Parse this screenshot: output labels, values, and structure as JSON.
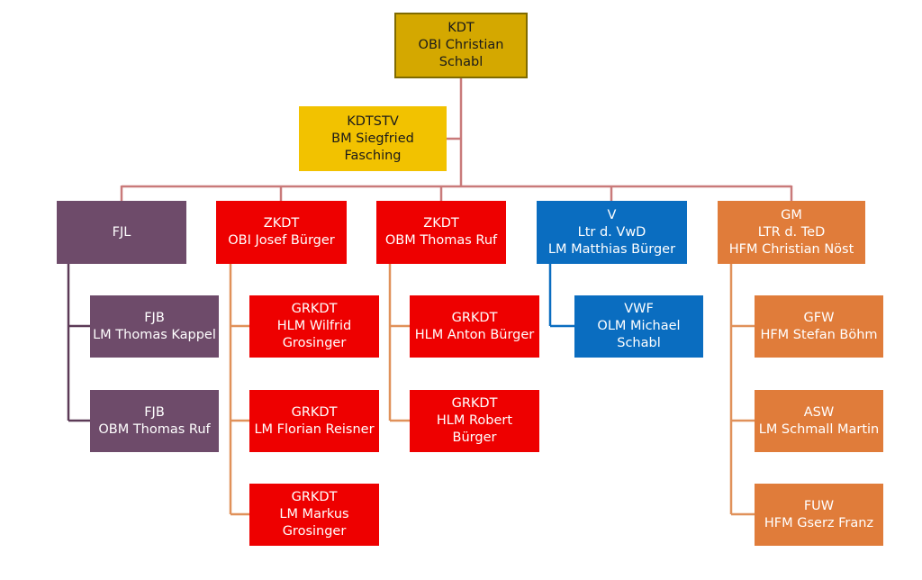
{
  "colors": {
    "kdt": "#d4a800",
    "kdtstv": "#f2c200",
    "fjl": "#6e4b6a",
    "zkdt": "#ee0000",
    "v": "#0a6dc0",
    "gm": "#e07c3a",
    "line_main": "#c97a7a",
    "line_fjl": "#5c3a57",
    "line_orange": "#e0915a",
    "line_blue": "#0a6dc0"
  },
  "kdt": {
    "lines": [
      "KDT",
      "OBI Christian",
      "Schabl"
    ]
  },
  "kdtstv": {
    "lines": [
      "KDTSTV",
      "BM Siegfried",
      "Fasching"
    ]
  },
  "fjl": {
    "head": {
      "lines": [
        "FJL"
      ]
    },
    "children": [
      {
        "lines": [
          "FJB",
          "LM Thomas Kappel"
        ]
      },
      {
        "lines": [
          "FJB",
          "OBM Thomas Ruf"
        ]
      }
    ]
  },
  "zkdt1": {
    "head": {
      "lines": [
        "ZKDT",
        "OBI Josef Bürger"
      ]
    },
    "children": [
      {
        "lines": [
          "GRKDT",
          "HLM Wilfrid",
          "Grosinger"
        ]
      },
      {
        "lines": [
          "GRKDT",
          "LM Florian Reisner"
        ]
      },
      {
        "lines": [
          "GRKDT",
          "LM Markus",
          "Grosinger"
        ]
      }
    ]
  },
  "zkdt2": {
    "head": {
      "lines": [
        "ZKDT",
        "OBM Thomas Ruf"
      ]
    },
    "children": [
      {
        "lines": [
          "GRKDT",
          "HLM Anton Bürger"
        ]
      },
      {
        "lines": [
          "GRKDT",
          "HLM Robert",
          "Bürger"
        ]
      }
    ]
  },
  "v": {
    "head": {
      "lines": [
        "V",
        "Ltr d. VwD",
        "LM Matthias Bürger"
      ]
    },
    "children": [
      {
        "lines": [
          "VWF",
          "OLM Michael",
          "Schabl"
        ]
      }
    ]
  },
  "gm": {
    "head": {
      "lines": [
        "GM",
        "LTR d. TeD",
        "HFM Christian Nöst"
      ]
    },
    "children": [
      {
        "lines": [
          "GFW",
          "HFM Stefan Böhm"
        ]
      },
      {
        "lines": [
          "ASW",
          "LM Schmall Martin"
        ]
      },
      {
        "lines": [
          "FUW",
          "HFM Gserz Franz"
        ]
      }
    ]
  }
}
